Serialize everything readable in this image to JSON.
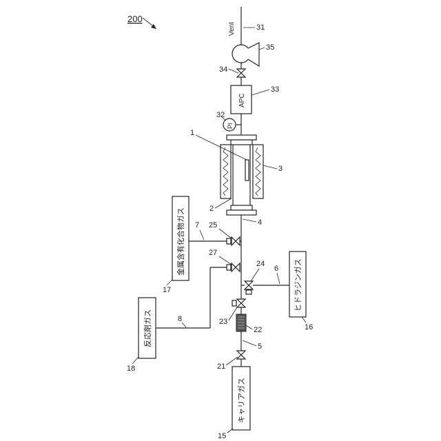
{
  "figure_ref": "200",
  "vent_label": "Vent",
  "apc_label": "APC",
  "pi_label": "PI",
  "boxes": {
    "carrier_gas": "キャリアガス",
    "reactant_gas": "反応剤ガス",
    "metal_gas": "金属含有化合物ガス",
    "hydrazine_gas": "ヒドラジンガス"
  },
  "refs": {
    "r1": "1",
    "r2": "2",
    "r3": "3",
    "r4": "4",
    "r5": "5",
    "r6": "6",
    "r7": "7",
    "r8": "8",
    "r15": "15",
    "r16": "16",
    "r17": "17",
    "r18": "18",
    "r21": "21",
    "r22": "22",
    "r23": "23",
    "r24": "24",
    "r25": "25",
    "r27": "27",
    "r31": "31",
    "r32": "32",
    "r33": "33",
    "r34": "34",
    "r35": "35"
  }
}
